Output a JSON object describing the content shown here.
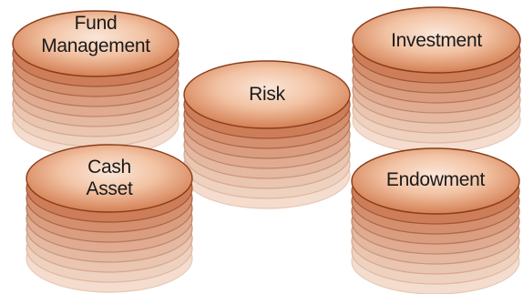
{
  "diagram": {
    "stacks": [
      {
        "id": "fund-management",
        "label_lines": [
          "Fund",
          "Management"
        ]
      },
      {
        "id": "risk",
        "label_lines": [
          "Risk"
        ]
      },
      {
        "id": "investment",
        "label_lines": [
          "Investment"
        ]
      },
      {
        "id": "cash-asset",
        "label_lines": [
          "Cash",
          "Asset"
        ]
      },
      {
        "id": "endowment",
        "label_lines": [
          "Endowment"
        ]
      }
    ]
  }
}
